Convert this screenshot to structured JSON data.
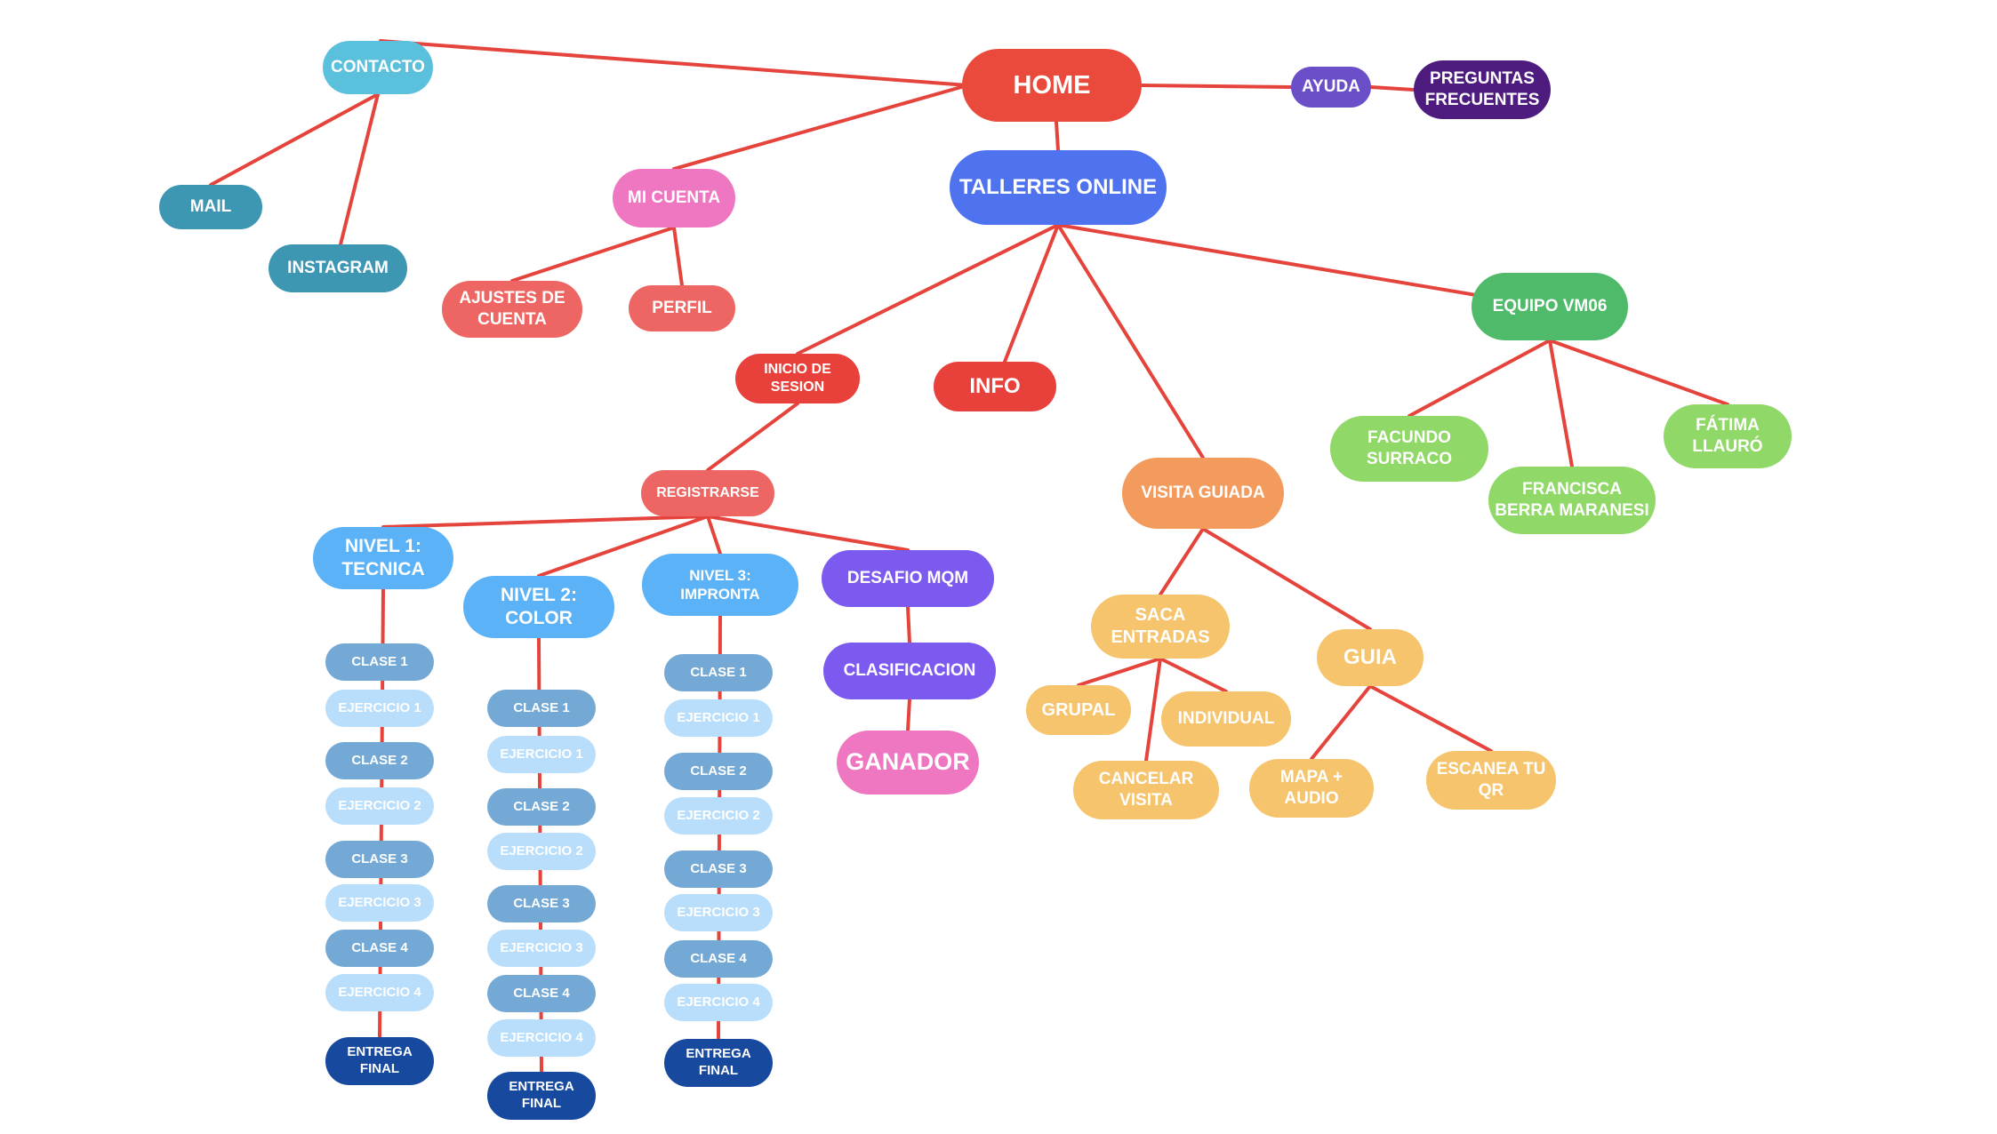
{
  "nodes": {
    "home": {
      "label": "HOME",
      "color": "#ea4a3c"
    },
    "contacto": {
      "label": "CONTACTO",
      "color": "#5bc0dc"
    },
    "mail": {
      "label": "MAIL",
      "color": "#3d97b3"
    },
    "instagram": {
      "label": "INSTAGRAM",
      "color": "#3d97b3"
    },
    "ayuda": {
      "label": "AYUDA",
      "color": "#6a4fc9"
    },
    "preguntas": {
      "label": "PREGUNTAS\nFRECUENTES",
      "color": "#4e1c7f"
    },
    "mi_cuenta": {
      "label": "MI CUENTA",
      "color": "#ef76c0"
    },
    "ajustes": {
      "label": "AJUSTES DE\nCUENTA",
      "color": "#ed6663"
    },
    "perfil": {
      "label": "PERFIL",
      "color": "#ed6663"
    },
    "talleres": {
      "label": "TALLERES ONLINE",
      "color": "#4f72ef"
    },
    "equipo": {
      "label": "EQUIPO VM06",
      "color": "#4fba6a"
    },
    "facundo": {
      "label": "FACUNDO\nSURRACO",
      "color": "#90d867"
    },
    "francisca": {
      "label": "FRANCISCA\nBERRA MARANESI",
      "color": "#90d867"
    },
    "fatima": {
      "label": "FÁTIMA\nLLAURÓ",
      "color": "#90d867"
    },
    "inicio": {
      "label": "INICIO DE\nSESION",
      "color": "#e8403a"
    },
    "info": {
      "label": "INFO",
      "color": "#e8403a"
    },
    "visita": {
      "label": "VISITA GUIADA",
      "color": "#f29b5c"
    },
    "registrarse": {
      "label": "REGISTRARSE",
      "color": "#ed6663"
    },
    "nivel1": {
      "label": "NIVEL 1:\nTECNICA",
      "color": "#5bb2f6"
    },
    "nivel2": {
      "label": "NIVEL 2:\nCOLOR",
      "color": "#5bb2f6"
    },
    "nivel3": {
      "label": "NIVEL 3:\nIMPRONTA",
      "color": "#5bb2f6"
    },
    "desafio": {
      "label": "DESAFIO MQM",
      "color": "#7c59ef"
    },
    "clasificacion": {
      "label": "CLASIFICACION",
      "color": "#7c59ef"
    },
    "ganador": {
      "label": "GANADOR",
      "color": "#ef76c0"
    },
    "saca": {
      "label": "SACA\nENTRADAS",
      "color": "#f5c46c"
    },
    "guia": {
      "label": "GUIA",
      "color": "#f5c46c"
    },
    "grupal": {
      "label": "GRUPAL",
      "color": "#f5c46c"
    },
    "individual": {
      "label": "INDIVIDUAL",
      "color": "#f5c46c"
    },
    "cancelar": {
      "label": "CANCELAR\nVISITA",
      "color": "#f5c46c"
    },
    "mapa": {
      "label": "MAPA +\nAUDIO",
      "color": "#f5c46c"
    },
    "escanea": {
      "label": "ESCANEA TU\nQR",
      "color": "#f5c46c"
    },
    "n1_clase1": {
      "label": "CLASE 1",
      "color": "#74a9d6"
    },
    "n1_ej1": {
      "label": "EJERCICIO 1",
      "color": "#b8defb"
    },
    "n1_clase2": {
      "label": "CLASE 2",
      "color": "#74a9d6"
    },
    "n1_ej2": {
      "label": "EJERCICIO 2",
      "color": "#b8defb"
    },
    "n1_clase3": {
      "label": "CLASE 3",
      "color": "#74a9d6"
    },
    "n1_ej3": {
      "label": "EJERCICIO 3",
      "color": "#b8defb"
    },
    "n1_clase4": {
      "label": "CLASE 4",
      "color": "#74a9d6"
    },
    "n1_ej4": {
      "label": "EJERCICIO 4",
      "color": "#b8defb"
    },
    "n1_entrega": {
      "label": "ENTREGA\nFINAL",
      "color": "#174a9e"
    },
    "n2_clase1": {
      "label": "CLASE 1",
      "color": "#74a9d6"
    },
    "n2_ej1": {
      "label": "EJERCICIO 1",
      "color": "#b8defb"
    },
    "n2_clase2": {
      "label": "CLASE 2",
      "color": "#74a9d6"
    },
    "n2_ej2": {
      "label": "EJERCICIO 2",
      "color": "#b8defb"
    },
    "n2_clase3": {
      "label": "CLASE 3",
      "color": "#74a9d6"
    },
    "n2_ej3": {
      "label": "EJERCICIO 3",
      "color": "#b8defb"
    },
    "n2_clase4": {
      "label": "CLASE 4",
      "color": "#74a9d6"
    },
    "n2_ej4": {
      "label": "EJERCICIO 4",
      "color": "#b8defb"
    },
    "n2_entrega": {
      "label": "ENTREGA\nFINAL",
      "color": "#174a9e"
    },
    "n3_clase1": {
      "label": "CLASE 1",
      "color": "#74a9d6"
    },
    "n3_ej1": {
      "label": "EJERCICIO 1",
      "color": "#b8defb"
    },
    "n3_clase2": {
      "label": "CLASE 2",
      "color": "#74a9d6"
    },
    "n3_ej2": {
      "label": "EJERCICIO 2",
      "color": "#b8defb"
    },
    "n3_clase3": {
      "label": "CLASE 3",
      "color": "#74a9d6"
    },
    "n3_ej3": {
      "label": "EJERCICIO 3",
      "color": "#b8defb"
    },
    "n3_clase4": {
      "label": "CLASE 4",
      "color": "#74a9d6"
    },
    "n3_ej4": {
      "label": "EJERCICIO 4",
      "color": "#b8defb"
    },
    "n3_entrega": {
      "label": "ENTREGA\nFINAL",
      "color": "#174a9e"
    }
  },
  "edges": [
    [
      "home",
      "contacto"
    ],
    [
      "contacto",
      "mail"
    ],
    [
      "contacto",
      "instagram"
    ],
    [
      "home",
      "ayuda"
    ],
    [
      "ayuda",
      "preguntas"
    ],
    [
      "home",
      "mi_cuenta"
    ],
    [
      "mi_cuenta",
      "ajustes"
    ],
    [
      "mi_cuenta",
      "perfil"
    ],
    [
      "home",
      "talleres"
    ],
    [
      "talleres",
      "equipo"
    ],
    [
      "equipo",
      "facundo"
    ],
    [
      "equipo",
      "francisca"
    ],
    [
      "equipo",
      "fatima"
    ],
    [
      "talleres",
      "inicio"
    ],
    [
      "talleres",
      "info"
    ],
    [
      "talleres",
      "visita"
    ],
    [
      "inicio",
      "registrarse"
    ],
    [
      "registrarse",
      "nivel1"
    ],
    [
      "registrarse",
      "nivel2"
    ],
    [
      "registrarse",
      "nivel3"
    ],
    [
      "registrarse",
      "desafio"
    ],
    [
      "desafio",
      "clasificacion"
    ],
    [
      "clasificacion",
      "ganador"
    ],
    [
      "visita",
      "saca"
    ],
    [
      "visita",
      "guia"
    ],
    [
      "saca",
      "grupal"
    ],
    [
      "saca",
      "individual"
    ],
    [
      "saca",
      "cancelar"
    ],
    [
      "guia",
      "mapa"
    ],
    [
      "guia",
      "escanea"
    ],
    [
      "nivel1",
      "n1_entrega"
    ],
    [
      "nivel2",
      "n2_entrega"
    ],
    [
      "nivel3",
      "n3_entrega"
    ]
  ],
  "edge_color": "#e5443c"
}
